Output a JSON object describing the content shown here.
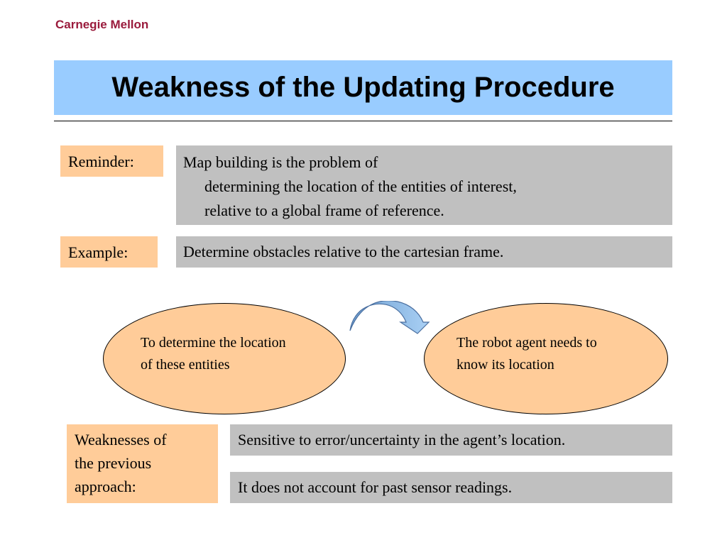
{
  "header": {
    "brand": "Carnegie Mellon",
    "title": "Weakness of the Updating Procedure"
  },
  "reminder": {
    "label": "Reminder:",
    "lines": [
      "Map building is the problem of",
      "determining the location of the entities of interest,",
      "relative to a global frame of reference."
    ]
  },
  "example": {
    "label": "Example:",
    "text": "Determine obstacles relative to the cartesian frame."
  },
  "cycle": {
    "left_lines": [
      "To determine the location",
      "of these entities"
    ],
    "right_lines": [
      "The robot agent needs to",
      "know its location"
    ]
  },
  "weaknesses": {
    "label_lines": [
      "Weaknesses of",
      "the previous",
      "approach:"
    ],
    "items": [
      "Sensitive to error/uncertainty in the agent’s location.",
      "It does not account for past sensor readings."
    ]
  },
  "colors": {
    "title_bar": "#99ccff",
    "label_fill": "#ffcc99",
    "panel_fill": "#c0c0c0",
    "brand": "#9a1b3c",
    "arrow": "#7aaee0"
  }
}
